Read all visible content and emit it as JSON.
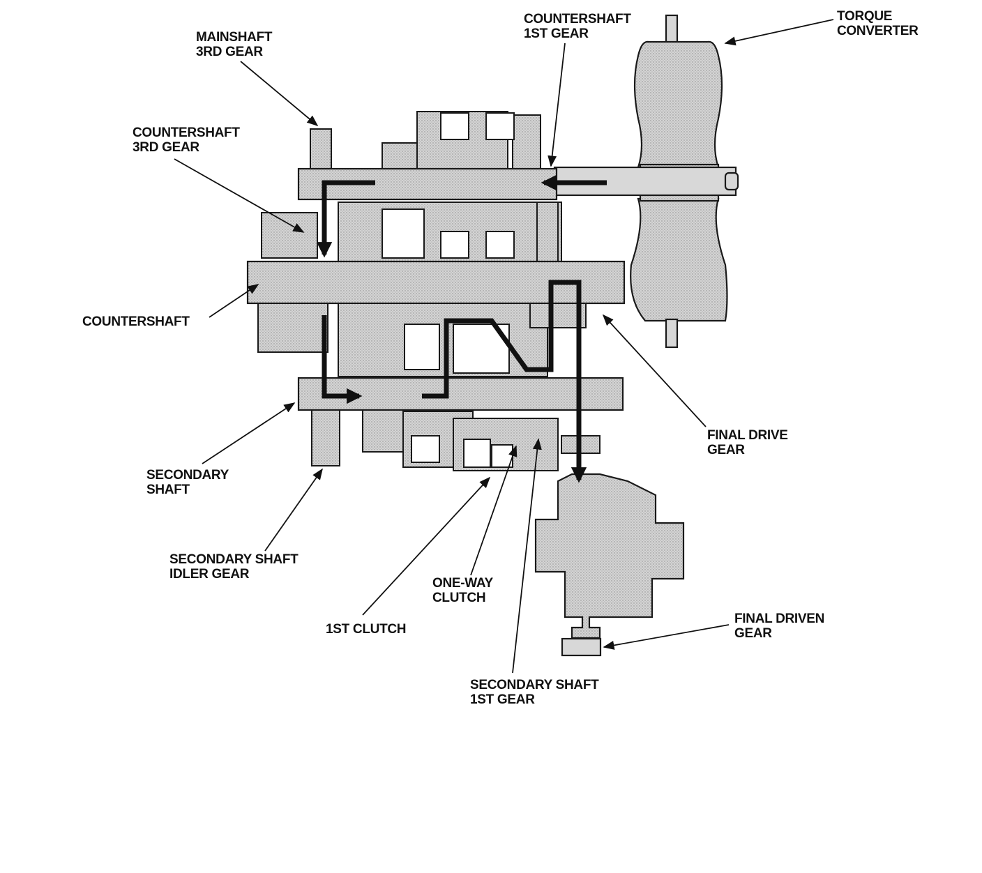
{
  "labels": {
    "mainshaft_3rd_gear": [
      "MAINSHAFT",
      "3RD GEAR"
    ],
    "countershaft_1st_gear": [
      "COUNTERSHAFT",
      "1ST GEAR"
    ],
    "torque_converter": [
      "TORQUE",
      "CONVERTER"
    ],
    "countershaft_3rd_gear": [
      "COUNTERSHAFT",
      "3RD GEAR"
    ],
    "countershaft": [
      "COUNTERSHAFT"
    ],
    "final_drive_gear": [
      "FINAL DRIVE",
      "GEAR"
    ],
    "secondary_shaft": [
      "SECONDARY",
      "SHAFT"
    ],
    "secondary_shaft_idler_gear": [
      "SECONDARY SHAFT",
      "IDLER GEAR"
    ],
    "one_way_clutch": [
      "ONE-WAY",
      "CLUTCH"
    ],
    "first_clutch": [
      "1ST CLUTCH"
    ],
    "final_driven_gear": [
      "FINAL DRIVEN",
      "GEAR"
    ],
    "secondary_shaft_1st_gear": [
      "SECONDARY SHAFT",
      "1ST GEAR"
    ]
  },
  "colors": {
    "ink": "#111111",
    "part_fill": "#cfcfcf",
    "background": "#ffffff"
  }
}
